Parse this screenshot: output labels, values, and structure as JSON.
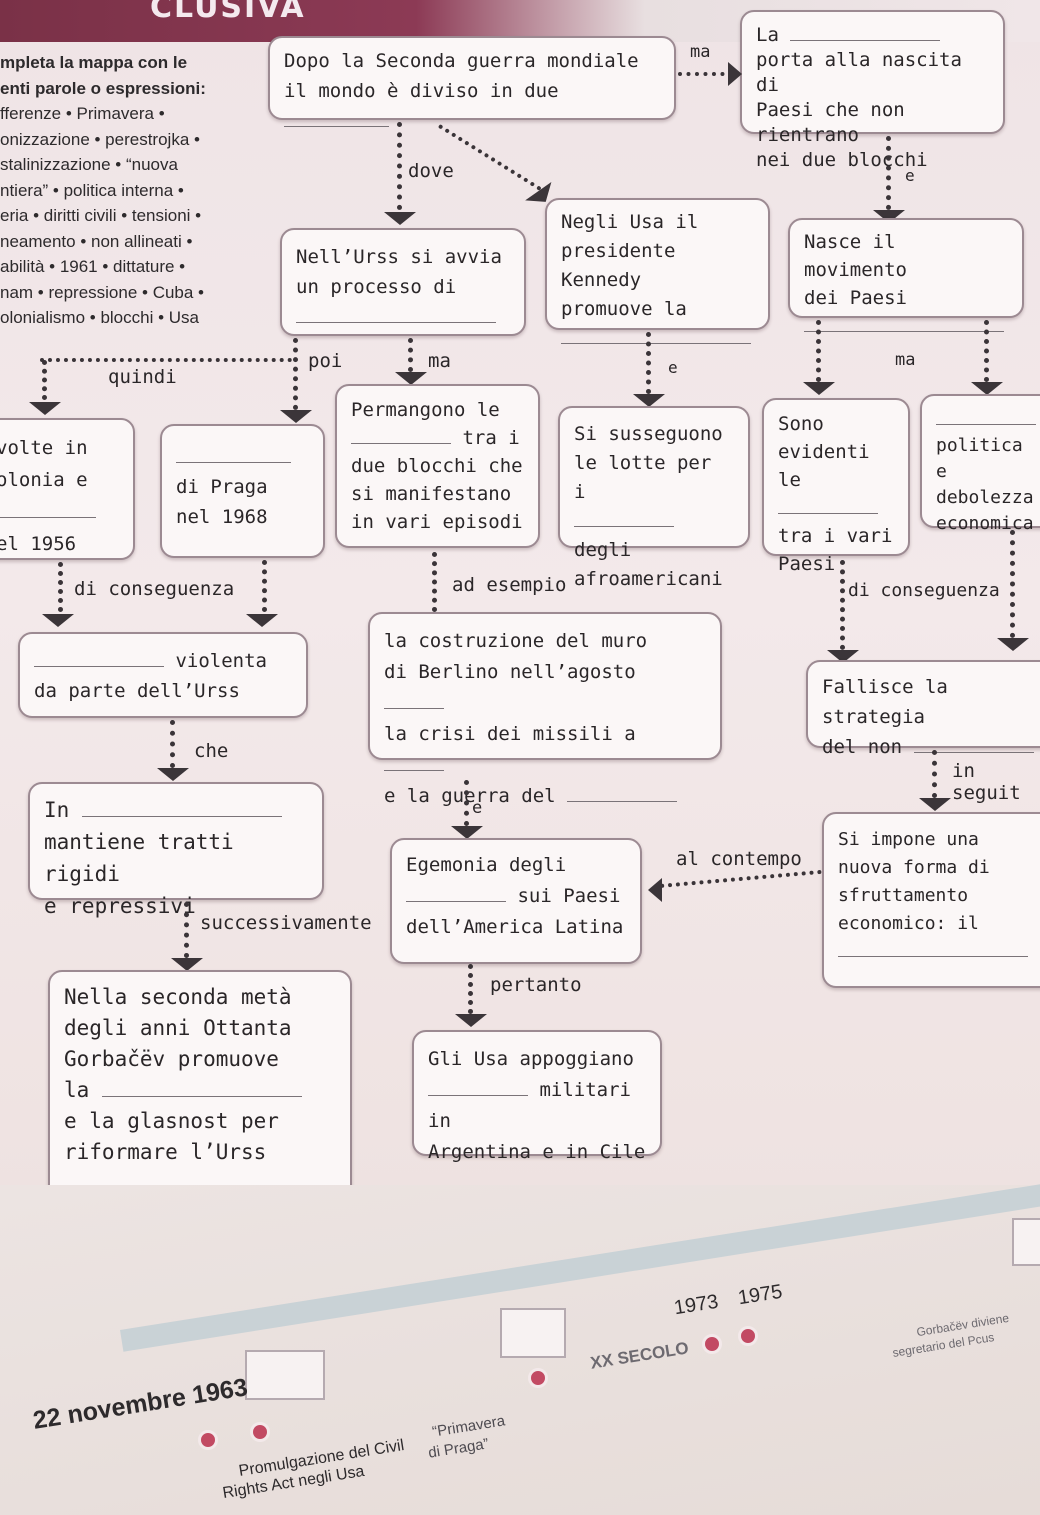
{
  "header": {
    "title_fragment": "CLUSIVA"
  },
  "legend": {
    "heading_line1": "mpleta la mappa con le",
    "heading_line2": "enti parole o espressioni:",
    "words": [
      "fferenze • Primavera •",
      "onizzazione • perestrojka •",
      "stalinizzazione • “nuova",
      "ntiera” • politica interna •",
      "eria • diritti civili • tensioni •",
      "neamento • non allineati •",
      "abilità • 1961 • dittature •",
      "nam • repressione • Cuba •",
      "olonialismo • blocchi • Usa"
    ]
  },
  "boxes": {
    "b1": {
      "line1": "Dopo la Seconda guerra mondiale",
      "line2": "il mondo è diviso in due"
    },
    "b2": {
      "line0": "La",
      "line1": "porta alla nascita di",
      "line2": "Paesi che non rientrano",
      "line3": "nei due blocchi"
    },
    "b3": {
      "line1": "Nell’Urss si avvia",
      "line2": "un processo di"
    },
    "b4": {
      "line1": "Negli Usa il",
      "line2": "presidente Kennedy",
      "line3": "promuove la"
    },
    "b5": {
      "line1": "Nasce il movimento",
      "line2": "dei Paesi"
    },
    "b6": {
      "line1": "volte in",
      "line2": "olonia e",
      "line3": "el 1956"
    },
    "b7": {
      "line1": "di Praga",
      "line2": "nel 1968"
    },
    "b8": {
      "line1": "Permangono le",
      "line2": "tra i",
      "line3": "due blocchi che",
      "line4": "si manifestano",
      "line5": "in vari episodi"
    },
    "b9": {
      "line1": "Si susseguono",
      "line2": "le lotte per i",
      "line3": "degli",
      "line4": "afroamericani"
    },
    "b10": {
      "line1": "Sono",
      "line2": "evidenti le",
      "line3": "tra i vari",
      "line4": "Paesi"
    },
    "b11": {
      "line1": "politica e",
      "line2": "debolezza",
      "line3": "economica"
    },
    "b12": {
      "line1": "violenta",
      "line2": "da parte dell’Urss"
    },
    "b13": {
      "line1": "la costruzione del muro",
      "line2": "di Berlino nell’agosto",
      "line3": "la crisi dei missili a",
      "line4": "e la guerra del"
    },
    "b14": {
      "line1": "Fallisce la strategia",
      "line2": "del non"
    },
    "b15": {
      "line1": "In",
      "line2": "mantiene tratti rigidi",
      "line3": "e repressivi"
    },
    "b16": {
      "line1": "Egemonia degli",
      "line2": "sui Paesi",
      "line3": "dell’America Latina"
    },
    "b17": {
      "line1": "Si impone una",
      "line2": "nuova forma di",
      "line3": "sfruttamento",
      "line4": "economico: il"
    },
    "b18": {
      "line1": "Nella seconda metà",
      "line2": "degli anni Ottanta",
      "line3": "Gorbačëv promuove",
      "line4": "la",
      "line5": "e la glasnost per",
      "line6": "riformare l’Urss"
    },
    "b19": {
      "line1": "Gli Usa appoggiano",
      "line2": "militari in",
      "line3": "Argentina e in Cile"
    }
  },
  "connectors": {
    "ma_top": "ma",
    "dove": "dove",
    "e_right": "e",
    "quindi": "quindi",
    "poi": "poi",
    "ma_mid": "ma",
    "e_mid": "e",
    "ma_right": "ma",
    "di_conseguenza_left": "di conseguenza",
    "ad_esempio": "ad esempio",
    "di_conseguenza_right": "di conseguenza",
    "che": "che",
    "in_seguito": "in seguit",
    "e_center": "e",
    "al_contempo": "al contempo",
    "successivamente": "successivamente",
    "pertanto": "pertanto"
  },
  "timeline": {
    "date_main": "22 novembre 1963",
    "year1": "1973",
    "year2": "1975",
    "century": "XX SECOLO",
    "event1_line1": "Promulgazione del Civil",
    "event1_line2": "Rights Act negli Usa",
    "event2_line1": "“Primavera",
    "event2_line2": "di Praga”",
    "event3_line1": "Gorbačëv diviene",
    "event3_line2": "segretario del Pcus"
  }
}
